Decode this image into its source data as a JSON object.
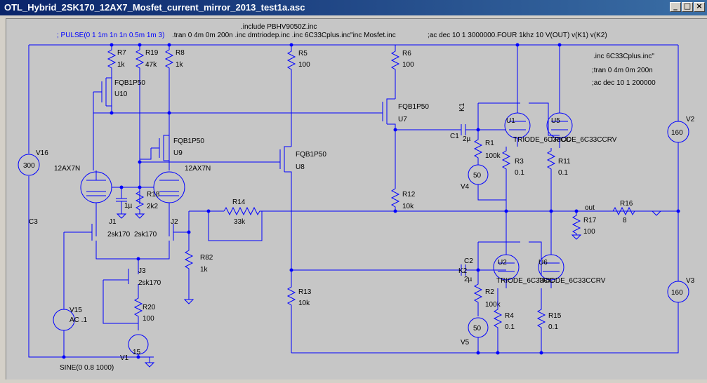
{
  "window": {
    "title": "OTL_Hybrid_2SK170_12AX7_Mosfet_current_mirror_2013_test1a.asc",
    "minimize_label": "_",
    "restore_label": "□",
    "close_label": "×"
  },
  "directives": {
    "pulse": "; PULSE(0 1 1m 1n 1n 0.5m 1m 3)",
    "include_pbhv": ".include PBHV9050Z.inc",
    "tran_include": ".tran 0 4m 0m 200n .inc dmtriodep.inc .inc 6C33Cplus.inc\"inc Mosfet.inc",
    "ac_four": ";ac dec 10 1 3000000.FOUR 1khz 10 V(OUT) v(K1) v(K2)",
    "inc_6c33": ".inc 6C33Cplus.inc\"",
    "tran2": ";tran 0 4m 0m 200n",
    "ac2": ";ac dec 10 1 200000",
    "sine": "SINE(0 0.8 1000)"
  },
  "components": {
    "R7": {
      "ref": "R7",
      "value": "1k"
    },
    "R19": {
      "ref": "R19",
      "value": "47k"
    },
    "R8": {
      "ref": "R8",
      "value": "1k"
    },
    "R5": {
      "ref": "R5",
      "value": "100"
    },
    "R6": {
      "ref": "R6",
      "value": "100"
    },
    "U10": {
      "ref": "U10",
      "model": "FQB1P50"
    },
    "U9": {
      "ref": "U9",
      "model": "FQB1P50"
    },
    "U8": {
      "ref": "U8",
      "model": "FQB1P50"
    },
    "U7": {
      "ref": "U7",
      "model": "FQB1P50"
    },
    "K1": {
      "ref": "K1"
    },
    "K2": {
      "ref": "K2"
    },
    "C1": {
      "ref": "C1",
      "value": "2µ"
    },
    "C2": {
      "ref": "C2",
      "value": "2µ"
    },
    "C3": {
      "ref": "C3"
    },
    "C_1u": {
      "value": "1µ"
    },
    "R1": {
      "ref": "R1",
      "value": "100k"
    },
    "R2": {
      "ref": "R2",
      "value": "100k"
    },
    "R3": {
      "ref": "R3",
      "value": "0.1"
    },
    "R4": {
      "ref": "R4",
      "value": "0.1"
    },
    "R11": {
      "ref": "R11",
      "value": "0.1"
    },
    "R15": {
      "ref": "R15",
      "value": "0.1"
    },
    "U1": {
      "ref": "U1",
      "model": "TRIODE_6C33CC"
    },
    "U5": {
      "ref": "U5",
      "model": "TRIODE_6C33CCRV"
    },
    "U2": {
      "ref": "U2",
      "model": "TRIODE_6C33CC"
    },
    "U6": {
      "ref": "U6",
      "model": "TRIODE_6C33CCRV"
    },
    "V2": {
      "ref": "V2",
      "value": "160"
    },
    "V3": {
      "ref": "V3",
      "value": "160"
    },
    "V4": {
      "ref": "V4",
      "value": "50"
    },
    "V5": {
      "ref": "V5",
      "value": "50"
    },
    "V16": {
      "ref": "V16",
      "value": "300"
    },
    "V15": {
      "ref": "V15",
      "value": "AC .1"
    },
    "V1": {
      "ref": "V1",
      "value": "15"
    },
    "tube_left": {
      "model": "12AX7N"
    },
    "tube_right": {
      "model": "12AX7N"
    },
    "R18": {
      "ref": "R18",
      "value": "2k2"
    },
    "J1": {
      "ref": "J1",
      "model": "2sk170"
    },
    "J2": {
      "ref": "J2",
      "model": "2sk170"
    },
    "J3": {
      "ref": "J3",
      "model": "2sk170"
    },
    "R14": {
      "ref": "R14",
      "value": "33k"
    },
    "R12": {
      "ref": "R12",
      "value": "10k"
    },
    "R13": {
      "ref": "R13",
      "value": "10k"
    },
    "R82": {
      "ref": "R82",
      "value": "1k"
    },
    "R20": {
      "ref": "R20",
      "value": "100"
    },
    "R16": {
      "ref": "R16",
      "value": "8"
    },
    "R17": {
      "ref": "R17",
      "value": "100"
    },
    "out": {
      "label": "out"
    }
  },
  "colors": {
    "wire": "#0000ff",
    "canvas": "#c6c6c6",
    "titlebar_start": "#0a246a",
    "titlebar_end": "#3a6ea5"
  }
}
